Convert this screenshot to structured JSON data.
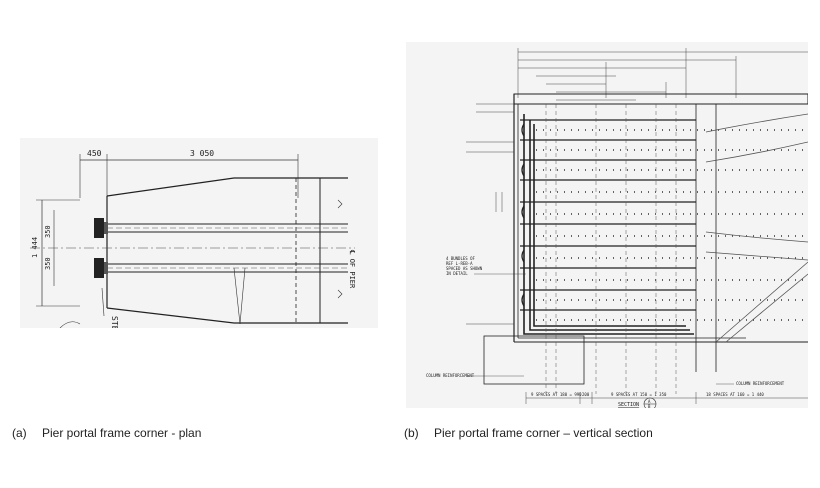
{
  "panel_a": {
    "dimensions": {
      "top_left": "450",
      "top_right": "3 050",
      "side_total": "1 444",
      "side_upper": "350",
      "side_lower": "350"
    },
    "labels": {
      "center_line": "℄ OF PIER",
      "edge_tag": "STE"
    }
  },
  "panel_b": {
    "notes": {
      "bundles": "4 BUNDLES OF\nREF L-REB-A\nSPACED AS SHOWN\nIN DETAIL",
      "column_reinf_left": "COLUMN REINFORCEMENT",
      "column_reinf_right": "COLUMN REINFORCEMENT"
    },
    "spacing": {
      "left": "9 SPACES AT 180 = 990",
      "mid_small": "200",
      "mid": "9 SPACES AT 150 = 1 350",
      "right": "18 SPACES AT 160 = 1 440"
    },
    "section_marker": {
      "label": "SECTION",
      "top": "A",
      "bottom": "B"
    }
  },
  "captions": {
    "a": {
      "letter": "(a)",
      "text": "Pier portal frame corner - plan"
    },
    "b": {
      "letter": "(b)",
      "text": "Pier portal frame corner – vertical section"
    }
  }
}
